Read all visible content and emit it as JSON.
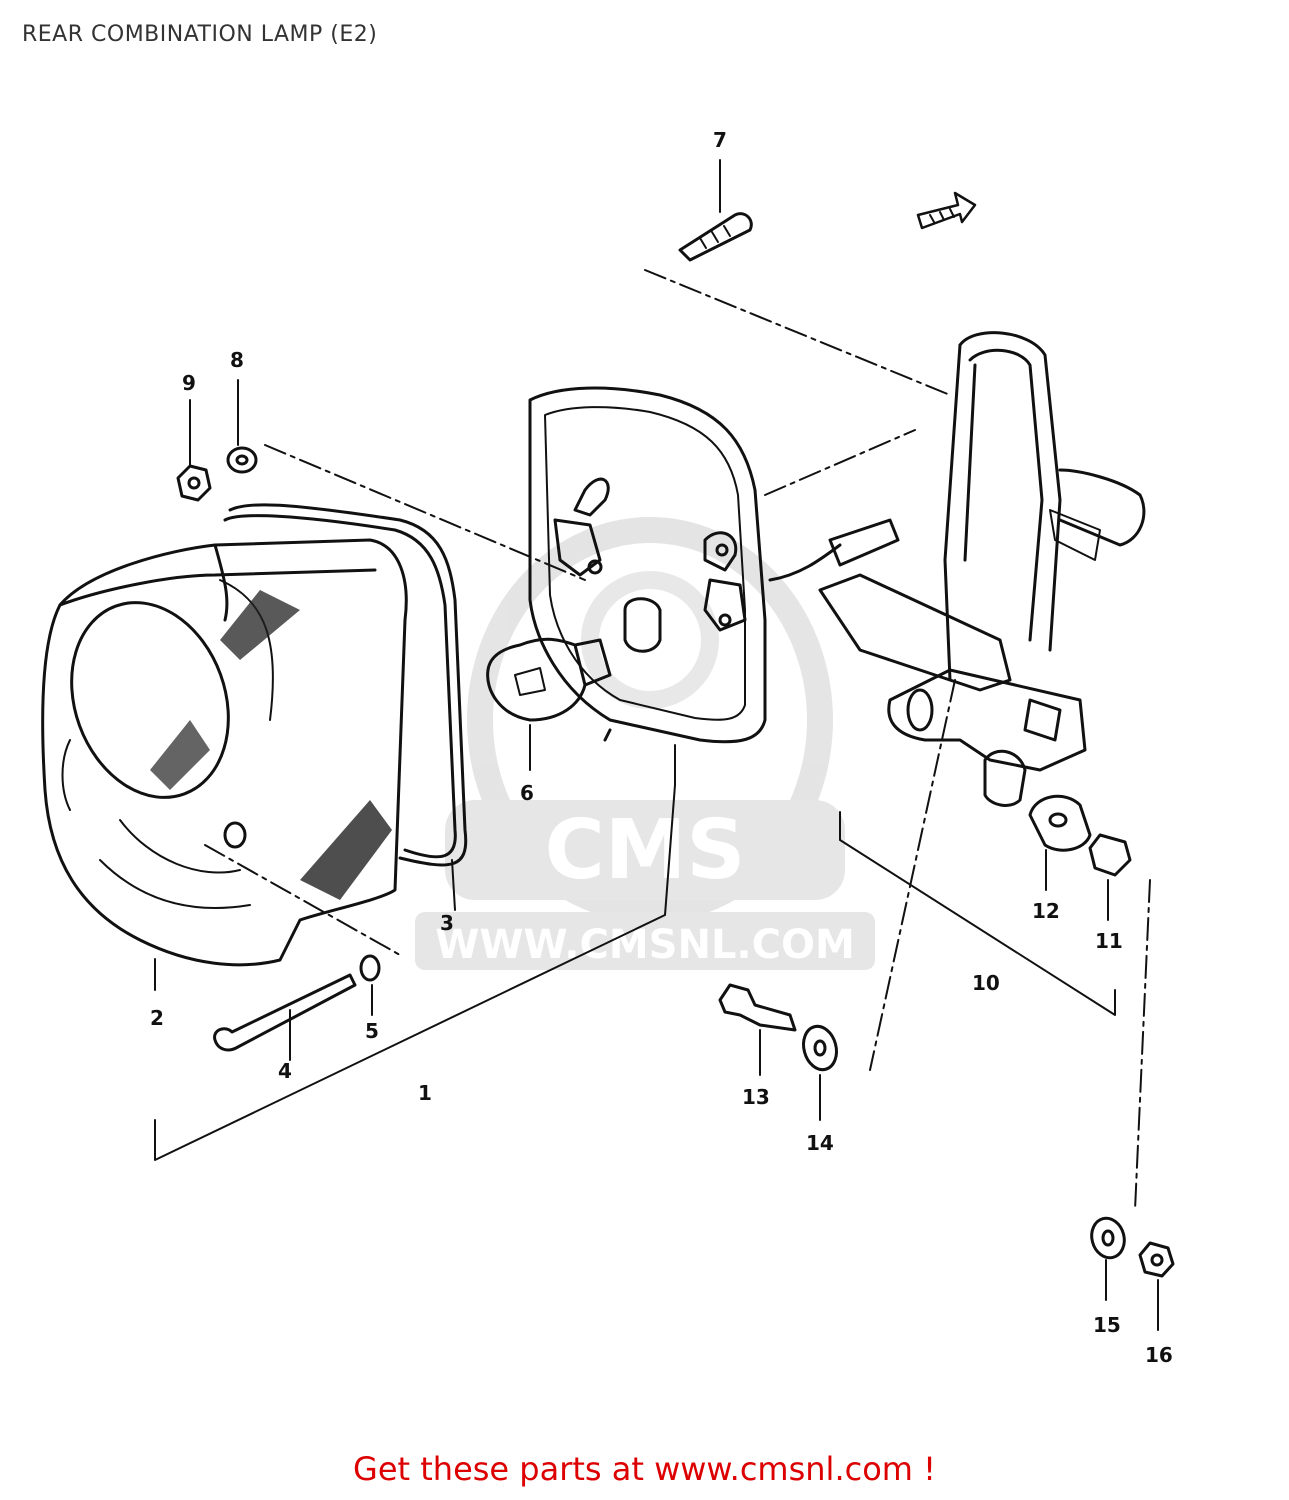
{
  "title": "REAR COMBINATION LAMP (E2)",
  "footer": "Get these parts at www.cmsnl.com !",
  "watermark": {
    "logo_text": "CMS",
    "url_text": "WWW.CMSNL.COM",
    "color": "#dcdcdc"
  },
  "colors": {
    "ink": "#111111",
    "footer": "#dd0000"
  },
  "icons": [
    "front-direction-arrow-icon"
  ],
  "callouts": [
    {
      "id": "c1",
      "label": "1"
    },
    {
      "id": "c2",
      "label": "2"
    },
    {
      "id": "c3",
      "label": "3"
    },
    {
      "id": "c4",
      "label": "4"
    },
    {
      "id": "c5",
      "label": "5"
    },
    {
      "id": "c6",
      "label": "6"
    },
    {
      "id": "c7",
      "label": "7"
    },
    {
      "id": "c8",
      "label": "8"
    },
    {
      "id": "c9",
      "label": "9"
    },
    {
      "id": "c10",
      "label": "10"
    },
    {
      "id": "c11",
      "label": "11"
    },
    {
      "id": "c12",
      "label": "12"
    },
    {
      "id": "c13",
      "label": "13"
    },
    {
      "id": "c14",
      "label": "14"
    },
    {
      "id": "c15",
      "label": "15"
    },
    {
      "id": "c16",
      "label": "16"
    }
  ]
}
